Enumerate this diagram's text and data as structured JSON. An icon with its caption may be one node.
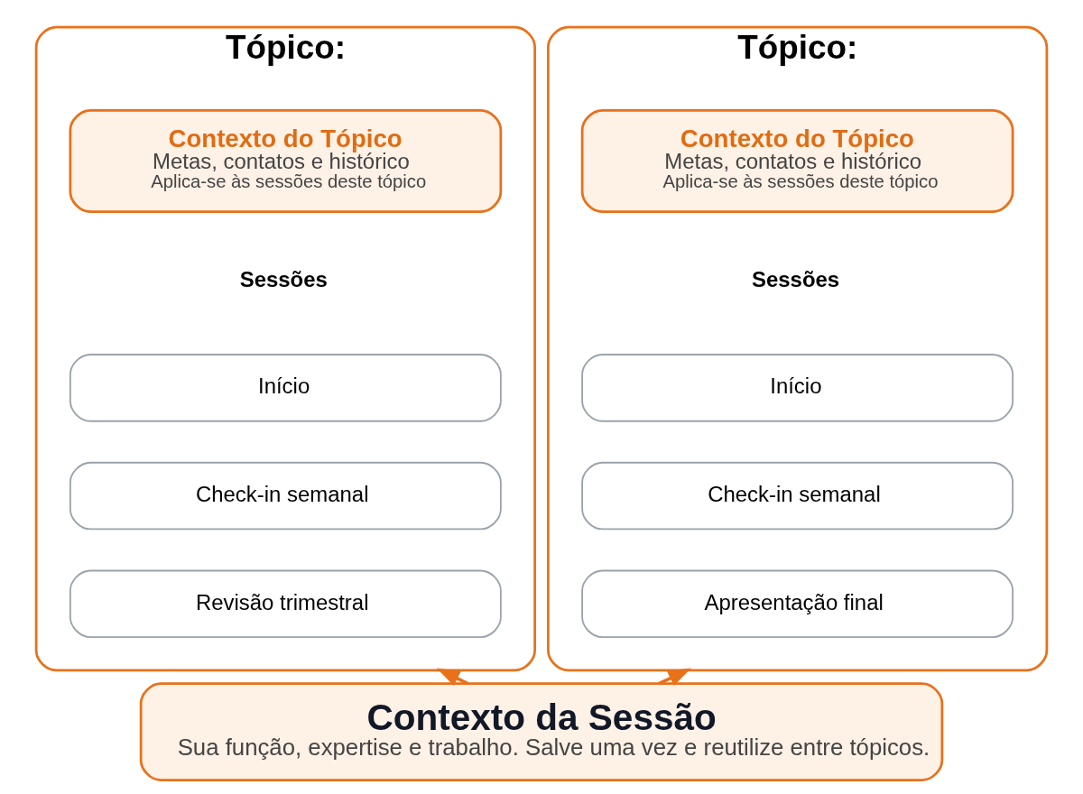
{
  "diagram": {
    "nodes": [
      {
        "text": [
          "Tópico:"
        ]
      },
      {
        "text": [
          "Contexto do Tópico",
          "Metas, contatos e histórico",
          "Aplica-se às sessões deste tópico"
        ],
        "in": 0
      },
      {
        "text": [
          "Início"
        ],
        "in": 0
      },
      {
        "text": [
          "Check-in semanal"
        ],
        "in": 0
      },
      {
        "text": [
          "Revisão trimestral"
        ],
        "in": 0
      },
      {
        "text": [
          "Tópico:"
        ]
      },
      {
        "text": [
          "Contexto do Tópico",
          "Metas, contatos e histórico",
          "Aplica-se às sessões deste tópico"
        ],
        "in": 5
      },
      {
        "text": [
          "Início"
        ],
        "in": 5
      },
      {
        "text": [
          "Check-in semanal"
        ],
        "in": 5
      },
      {
        "text": [
          "Apresentação final"
        ],
        "in": 5
      },
      {
        "text": [
          "Contexto da Sessão",
          "Sua função, expertise e trabalho. Salve uma vez e reutilize entre tópicos."
        ]
      }
    ],
    "edges": [
      {
        "from": 10,
        "to": 0,
        "arrow": "to",
        "color": "#e8711a"
      },
      {
        "from": 10,
        "to": 5,
        "arrow": "to",
        "color": "#e8711a"
      }
    ],
    "labels": [
      "Sessões",
      "Sessões"
    ]
  }
}
